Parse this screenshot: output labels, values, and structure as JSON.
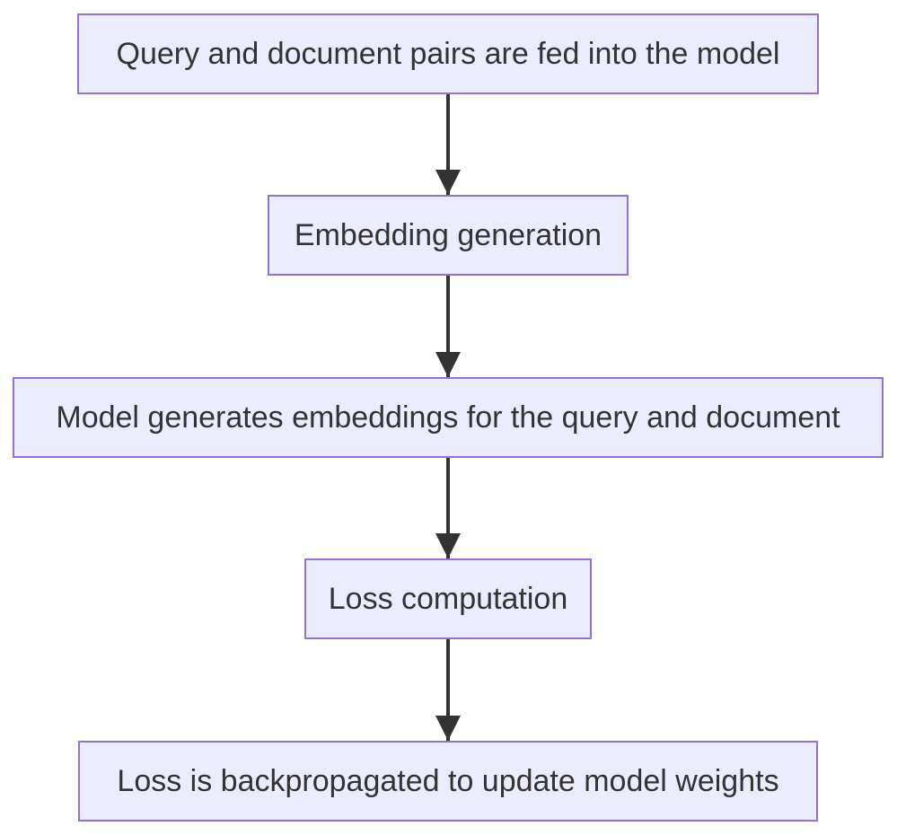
{
  "colors": {
    "node_fill": "#ececff",
    "node_border": "#9370db",
    "text": "#333333",
    "edge": "#333333"
  },
  "nodes": [
    {
      "label": "Query and document pairs are fed into the model"
    },
    {
      "label": "Embedding generation"
    },
    {
      "label": "Model generates embeddings for the query and document"
    },
    {
      "label": "Loss computation"
    },
    {
      "label": "Loss is backpropagated to update model weights"
    }
  ],
  "edges": [
    {
      "from": 0,
      "to": 1
    },
    {
      "from": 1,
      "to": 2
    },
    {
      "from": 2,
      "to": 3
    },
    {
      "from": 3,
      "to": 4
    }
  ]
}
